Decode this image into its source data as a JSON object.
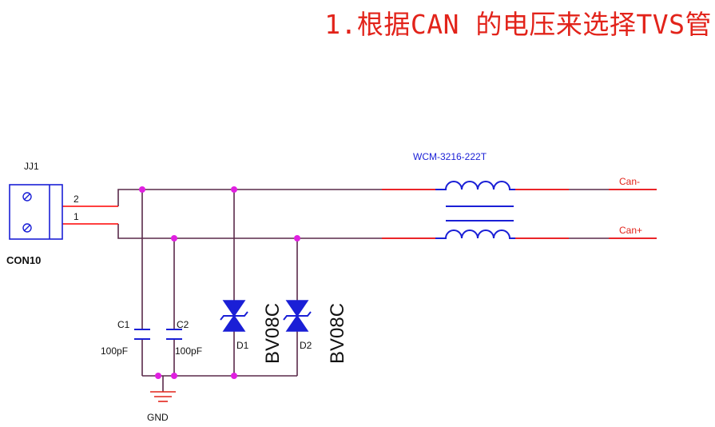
{
  "title": "1.根据CAN 的电压来选择TVS管",
  "colors": {
    "title": "#e2231a",
    "wire": "#5a2a4a",
    "pin_wire": "#ff0000",
    "component": "#1a1fd6",
    "junction": "#e020e0",
    "label": "#111111"
  },
  "connector": {
    "ref": "JJ1",
    "part": "CON10",
    "pin2": "2",
    "pin1": "1"
  },
  "choke": {
    "part": "WCM-3216-222T"
  },
  "nets": {
    "can_minus": "Can-",
    "can_plus": "Can+",
    "ground": "GND"
  },
  "capacitors": [
    {
      "ref": "C1",
      "value": "100pF"
    },
    {
      "ref": "C2",
      "value": "100pF"
    }
  ],
  "tvs_diodes": [
    {
      "ref": "D1",
      "part": "BV08C"
    },
    {
      "ref": "D2",
      "part": "BV08C"
    }
  ]
}
